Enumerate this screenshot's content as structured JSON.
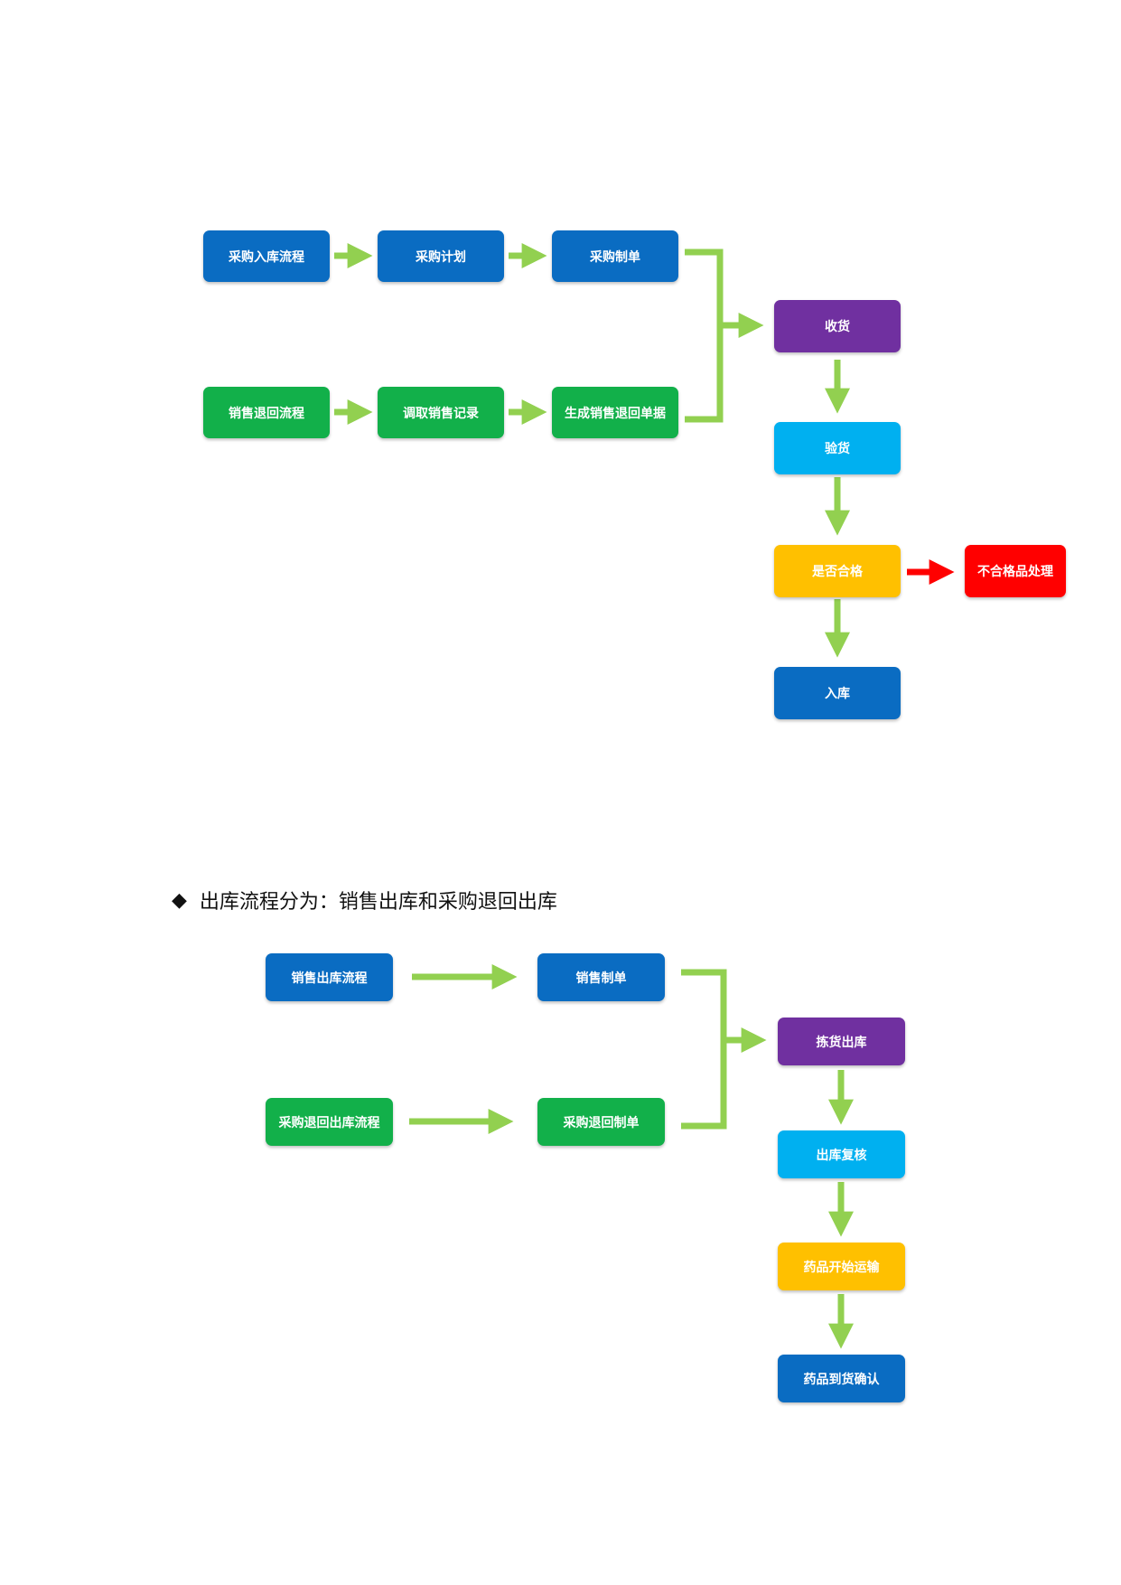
{
  "colors": {
    "blue": "#0a6cc2",
    "green": "#12b04a",
    "purple": "#7030a0",
    "cyan": "#00b0f0",
    "orange": "#ffc000",
    "red": "#ff0000",
    "arrow_green": "#92d050",
    "arrow_red": "#ff0000"
  },
  "inbound": {
    "purchase_flow": "采购入库流程",
    "purchase_plan": "采购计划",
    "purchase_order": "采购制单",
    "sales_return_flow": "销售退回流程",
    "fetch_sales_record": "调取销售记录",
    "gen_return_doc": "生成销售退回单据",
    "receive": "收货",
    "inspect": "验货",
    "qualified": "是否合格",
    "unqualified": "不合格品处理",
    "stock_in": "入库"
  },
  "bullet": {
    "symbol": "◆",
    "text": "出库流程分为：销售出库和采购退回出库"
  },
  "outbound": {
    "sales_out_flow": "销售出库流程",
    "sales_order": "销售制单",
    "purchase_return_flow": "采购退回出库流程",
    "purchase_return_order": "采购退回制单",
    "pick_out": "拣货出库",
    "out_check": "出库复核",
    "start_transport": "药品开始运输",
    "arrival_confirm": "药品到货确认"
  }
}
